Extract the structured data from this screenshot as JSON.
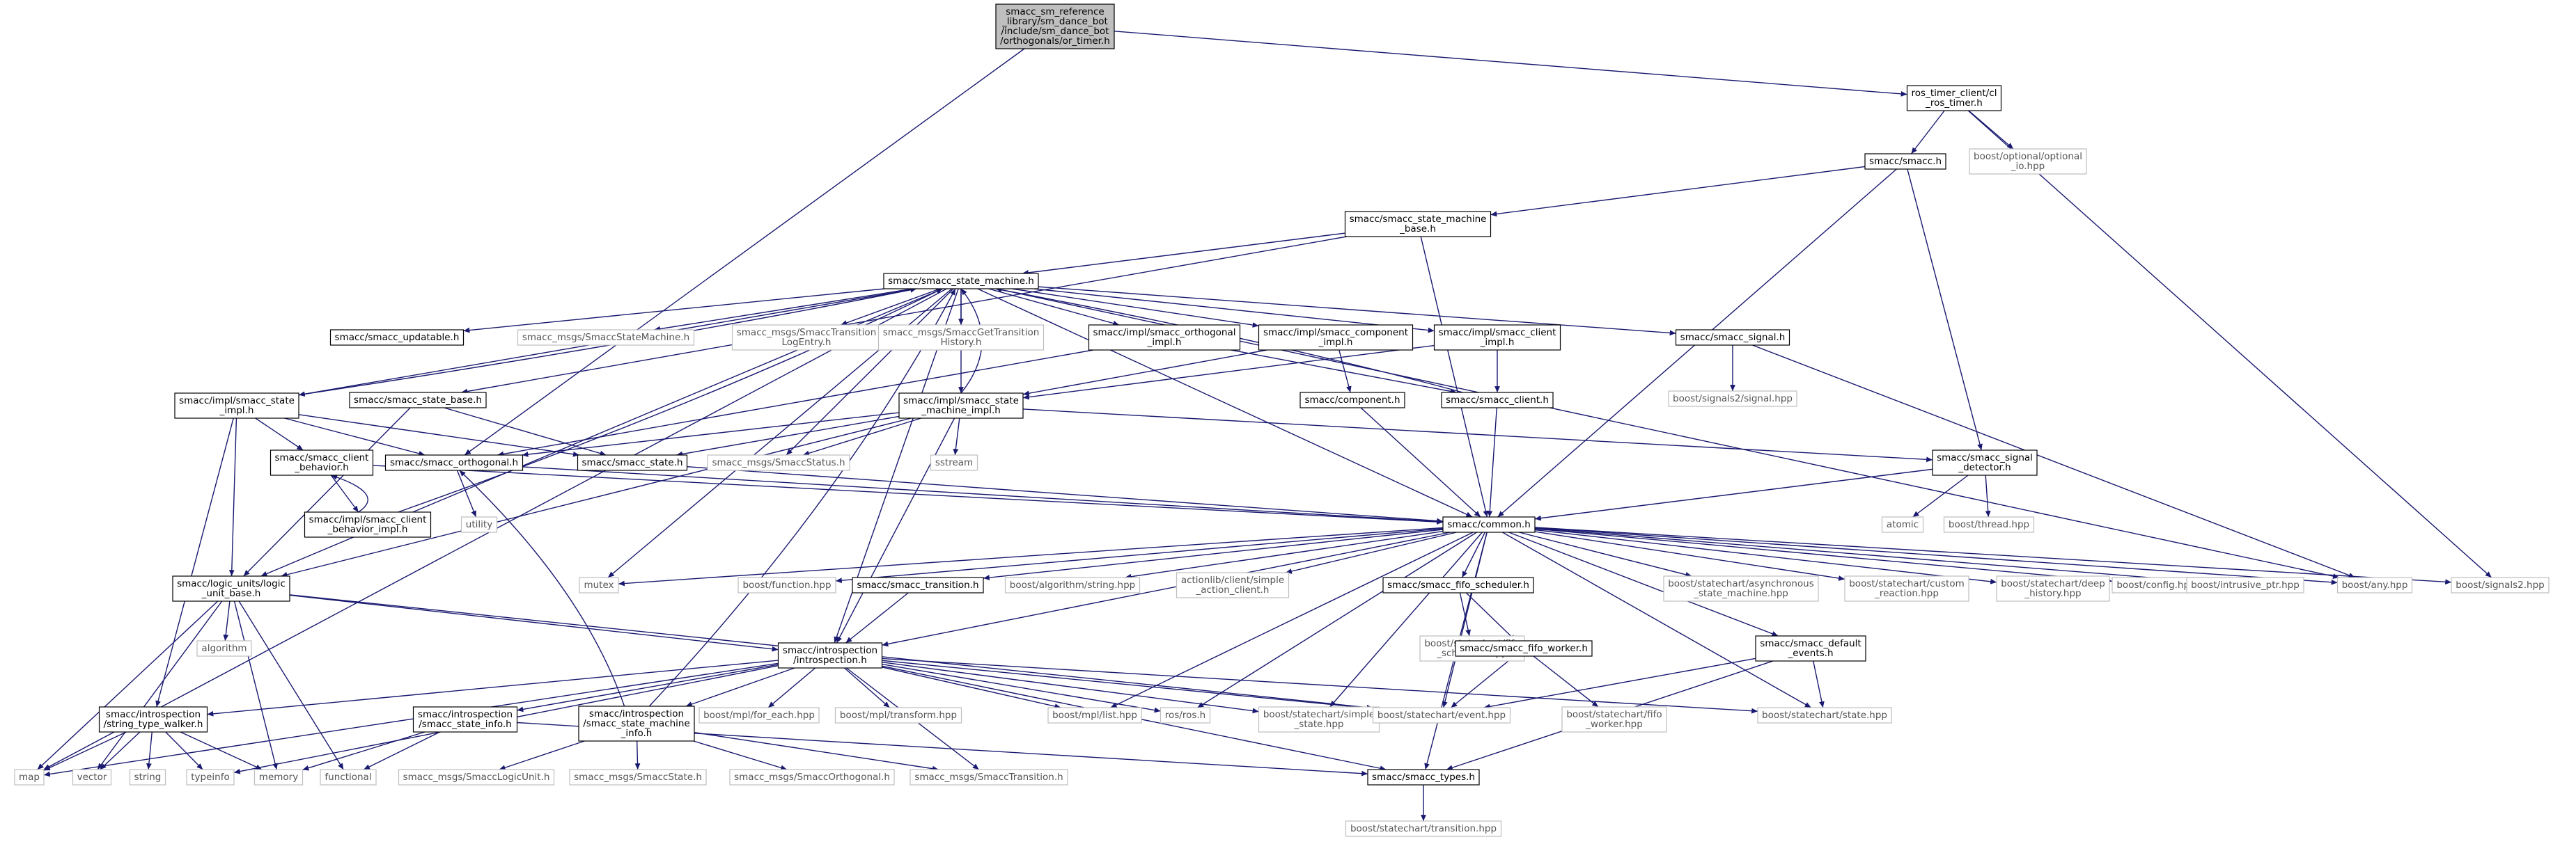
{
  "colors": {
    "edge": "#191970",
    "root_fill": "#bfbfbf",
    "root_border": "#000000",
    "node_border": "#000000",
    "external_border": "#bfbfbf",
    "text": "#000000",
    "external_text": "#555555"
  },
  "nodes": [
    {
      "id": "root",
      "kind": "root",
      "lines": [
        "smacc_sm_reference",
        "_library/sm_dance_bot",
        "/include/sm_dance_bot",
        "/orthogonals/or_timer.h"
      ]
    },
    {
      "id": "cl_ros_timer",
      "kind": "internal",
      "lines": [
        "ros_timer_client/cl",
        "_ros_timer.h"
      ]
    },
    {
      "id": "smacc_h",
      "kind": "internal",
      "lines": [
        "smacc/smacc.h"
      ]
    },
    {
      "id": "optional_io",
      "kind": "external",
      "lines": [
        "boost/optional/optional",
        "_io.hpp"
      ]
    },
    {
      "id": "sm_base",
      "kind": "internal",
      "lines": [
        "smacc/smacc_state_machine",
        "_base.h"
      ]
    },
    {
      "id": "state_machine",
      "kind": "internal",
      "lines": [
        "smacc/smacc_state_machine.h"
      ]
    },
    {
      "id": "updatable",
      "kind": "internal",
      "lines": [
        "smacc/smacc_updatable.h"
      ]
    },
    {
      "id": "msg_sm",
      "kind": "external",
      "lines": [
        "smacc_msgs/SmaccStateMachine.h"
      ]
    },
    {
      "id": "msg_log",
      "kind": "external",
      "lines": [
        "smacc_msgs/SmaccTransition",
        "LogEntry.h"
      ]
    },
    {
      "id": "msg_hist",
      "kind": "external",
      "lines": [
        "smacc_msgs/SmaccGetTransition",
        "History.h"
      ]
    },
    {
      "id": "orth_impl",
      "kind": "internal",
      "lines": [
        "smacc/impl/smacc_orthogonal",
        "_impl.h"
      ]
    },
    {
      "id": "comp_impl",
      "kind": "internal",
      "lines": [
        "smacc/impl/smacc_component",
        "_impl.h"
      ]
    },
    {
      "id": "client_impl",
      "kind": "internal",
      "lines": [
        "smacc/impl/smacc_client",
        "_impl.h"
      ]
    },
    {
      "id": "signal_h",
      "kind": "internal",
      "lines": [
        "smacc/smacc_signal.h"
      ]
    },
    {
      "id": "signal2_signal",
      "kind": "external",
      "lines": [
        "boost/signals2/signal.hpp"
      ]
    },
    {
      "id": "state_impl",
      "kind": "internal",
      "lines": [
        "smacc/impl/smacc_state",
        "_impl.h"
      ]
    },
    {
      "id": "state_base",
      "kind": "internal",
      "lines": [
        "smacc/smacc_state_base.h"
      ]
    },
    {
      "id": "sm_impl",
      "kind": "internal",
      "lines": [
        "smacc/impl/smacc_state",
        "_machine_impl.h"
      ]
    },
    {
      "id": "component_h",
      "kind": "internal",
      "lines": [
        "smacc/component.h"
      ]
    },
    {
      "id": "client_h",
      "kind": "internal",
      "lines": [
        "smacc/smacc_client.h"
      ]
    },
    {
      "id": "signal_detector",
      "kind": "internal",
      "lines": [
        "smacc/smacc_signal",
        "_detector.h"
      ]
    },
    {
      "id": "client_behavior",
      "kind": "internal",
      "lines": [
        "smacc/smacc_client",
        "_behavior.h"
      ]
    },
    {
      "id": "orthogonal_h",
      "kind": "internal",
      "lines": [
        "smacc/smacc_orthogonal.h"
      ]
    },
    {
      "id": "state_h",
      "kind": "internal",
      "lines": [
        "smacc/smacc_state.h"
      ]
    },
    {
      "id": "msg_status",
      "kind": "external",
      "lines": [
        "smacc_msgs/SmaccStatus.h"
      ]
    },
    {
      "id": "sstream",
      "kind": "external",
      "lines": [
        "sstream"
      ]
    },
    {
      "id": "atomic",
      "kind": "external",
      "lines": [
        "atomic"
      ]
    },
    {
      "id": "thread",
      "kind": "external",
      "lines": [
        "boost/thread.hpp"
      ]
    },
    {
      "id": "cb_impl",
      "kind": "internal",
      "lines": [
        "smacc/impl/smacc_client",
        "_behavior_impl.h"
      ]
    },
    {
      "id": "utility",
      "kind": "external",
      "lines": [
        "utility"
      ]
    },
    {
      "id": "common_h",
      "kind": "internal",
      "lines": [
        "smacc/common.h"
      ]
    },
    {
      "id": "logic_unit",
      "kind": "internal",
      "lines": [
        "smacc/logic_units/logic",
        "_unit_base.h"
      ]
    },
    {
      "id": "mutex",
      "kind": "external",
      "lines": [
        "mutex"
      ]
    },
    {
      "id": "function_hpp",
      "kind": "external",
      "lines": [
        "boost/function.hpp"
      ]
    },
    {
      "id": "transition_h",
      "kind": "internal",
      "lines": [
        "smacc/smacc_transition.h"
      ]
    },
    {
      "id": "algo_string",
      "kind": "external",
      "lines": [
        "boost/algorithm/string.hpp"
      ]
    },
    {
      "id": "simple_action",
      "kind": "external",
      "lines": [
        "actionlib/client/simple",
        "_action_client.h"
      ]
    },
    {
      "id": "fifo_scheduler_h",
      "kind": "internal",
      "lines": [
        "smacc/smacc_fifo_scheduler.h"
      ]
    },
    {
      "id": "async_sm",
      "kind": "external",
      "lines": [
        "boost/statechart/asynchronous",
        "_state_machine.hpp"
      ]
    },
    {
      "id": "custom_reaction",
      "kind": "external",
      "lines": [
        "boost/statechart/custom",
        "_reaction.hpp"
      ]
    },
    {
      "id": "deep_history",
      "kind": "external",
      "lines": [
        "boost/statechart/deep",
        "_history.hpp"
      ]
    },
    {
      "id": "config",
      "kind": "external",
      "lines": [
        "boost/config.hpp"
      ]
    },
    {
      "id": "intrusive",
      "kind": "external",
      "lines": [
        "boost/intrusive_ptr.hpp"
      ]
    },
    {
      "id": "any",
      "kind": "external",
      "lines": [
        "boost/any.hpp"
      ]
    },
    {
      "id": "signals2",
      "kind": "external",
      "lines": [
        "boost/signals2.hpp"
      ]
    },
    {
      "id": "algorithm",
      "kind": "external",
      "lines": [
        "algorithm"
      ]
    },
    {
      "id": "introspection",
      "kind": "internal",
      "lines": [
        "smacc/introspection",
        "/introspection.h"
      ]
    },
    {
      "id": "sc_fifo_sched",
      "kind": "external",
      "lines": [
        "boost/statechart/fifo",
        "_scheduler.hpp"
      ]
    },
    {
      "id": "fifo_worker_h",
      "kind": "internal",
      "lines": [
        "smacc/smacc_fifo_worker.h"
      ]
    },
    {
      "id": "default_events",
      "kind": "internal",
      "lines": [
        "smacc/smacc_default",
        "_events.h"
      ]
    },
    {
      "id": "string_walker",
      "kind": "internal",
      "lines": [
        "smacc/introspection",
        "/string_type_walker.h"
      ]
    },
    {
      "id": "state_info",
      "kind": "internal",
      "lines": [
        "smacc/introspection",
        "/smacc_state_info.h"
      ]
    },
    {
      "id": "sm_info",
      "kind": "internal",
      "lines": [
        "smacc/introspection",
        "/smacc_state_machine",
        "_info.h"
      ]
    },
    {
      "id": "mpl_for_each",
      "kind": "external",
      "lines": [
        "boost/mpl/for_each.hpp"
      ]
    },
    {
      "id": "mpl_transform",
      "kind": "external",
      "lines": [
        "boost/mpl/transform.hpp"
      ]
    },
    {
      "id": "mpl_list",
      "kind": "external",
      "lines": [
        "boost/mpl/list.hpp"
      ]
    },
    {
      "id": "ros_h",
      "kind": "external",
      "lines": [
        "ros/ros.h"
      ]
    },
    {
      "id": "simple_state",
      "kind": "external",
      "lines": [
        "boost/statechart/simple",
        "_state.hpp"
      ]
    },
    {
      "id": "event_hpp",
      "kind": "external",
      "lines": [
        "boost/statechart/event.hpp"
      ]
    },
    {
      "id": "sc_fifo_worker",
      "kind": "external",
      "lines": [
        "boost/statechart/fifo",
        "_worker.hpp"
      ]
    },
    {
      "id": "sc_state",
      "kind": "external",
      "lines": [
        "boost/statechart/state.hpp"
      ]
    },
    {
      "id": "map",
      "kind": "external",
      "lines": [
        "map"
      ]
    },
    {
      "id": "vector",
      "kind": "external",
      "lines": [
        "vector"
      ]
    },
    {
      "id": "string",
      "kind": "external",
      "lines": [
        "string"
      ]
    },
    {
      "id": "typeinfo",
      "kind": "external",
      "lines": [
        "typeinfo"
      ]
    },
    {
      "id": "memory",
      "kind": "external",
      "lines": [
        "memory"
      ]
    },
    {
      "id": "functional",
      "kind": "external",
      "lines": [
        "functional"
      ]
    },
    {
      "id": "msg_lu",
      "kind": "external",
      "lines": [
        "smacc_msgs/SmaccLogicUnit.h"
      ]
    },
    {
      "id": "msg_state",
      "kind": "external",
      "lines": [
        "smacc_msgs/SmaccState.h"
      ]
    },
    {
      "id": "msg_orth",
      "kind": "external",
      "lines": [
        "smacc_msgs/SmaccOrthogonal.h"
      ]
    },
    {
      "id": "msg_trans",
      "kind": "external",
      "lines": [
        "smacc_msgs/SmaccTransition.h"
      ]
    },
    {
      "id": "types_h",
      "kind": "internal",
      "lines": [
        "smacc/smacc_types.h"
      ]
    },
    {
      "id": "sc_transition",
      "kind": "external",
      "lines": [
        "boost/statechart/transition.hpp"
      ]
    }
  ],
  "edges": [
    [
      "root",
      "cl_ros_timer"
    ],
    [
      "root",
      "orthogonal_h"
    ],
    [
      "cl_ros_timer",
      "smacc_h"
    ],
    [
      "cl_ros_timer",
      "optional_io"
    ],
    [
      "cl_ros_timer",
      "signals2"
    ],
    [
      "smacc_h",
      "sm_base"
    ],
    [
      "smacc_h",
      "common_h"
    ],
    [
      "smacc_h",
      "signal_detector"
    ],
    [
      "sm_base",
      "state_machine"
    ],
    [
      "sm_base",
      "common_h"
    ],
    [
      "sm_base",
      "state_base"
    ],
    [
      "state_machine",
      "updatable"
    ],
    [
      "state_machine",
      "msg_sm"
    ],
    [
      "state_machine",
      "msg_log"
    ],
    [
      "state_machine",
      "msg_hist"
    ],
    [
      "state_machine",
      "orth_impl"
    ],
    [
      "state_machine",
      "comp_impl"
    ],
    [
      "state_machine",
      "client_impl"
    ],
    [
      "state_machine",
      "signal_h"
    ],
    [
      "state_machine",
      "state_impl"
    ],
    [
      "state_machine",
      "sm_impl"
    ],
    [
      "state_machine",
      "common_h"
    ],
    [
      "state_machine",
      "logic_unit"
    ],
    [
      "state_machine",
      "map"
    ],
    [
      "state_machine",
      "mutex"
    ],
    [
      "state_machine",
      "msg_status"
    ],
    [
      "state_machine",
      "any"
    ],
    [
      "state_machine",
      "introspection"
    ],
    [
      "orth_impl",
      "client_h"
    ],
    [
      "orth_impl",
      "orthogonal_h"
    ],
    [
      "comp_impl",
      "component_h"
    ],
    [
      "comp_impl",
      "sm_impl"
    ],
    [
      "client_impl",
      "client_h"
    ],
    [
      "client_impl",
      "sm_impl"
    ],
    [
      "signal_h",
      "signal2_signal"
    ],
    [
      "signal_h",
      "any"
    ],
    [
      "state_impl",
      "orthogonal_h"
    ],
    [
      "state_impl",
      "client_behavior"
    ],
    [
      "state_impl",
      "logic_unit"
    ],
    [
      "state_impl",
      "string_walker"
    ],
    [
      "state_impl",
      "state_h"
    ],
    [
      "state_impl",
      "state_machine"
    ],
    [
      "state_base",
      "state_h"
    ],
    [
      "state_base",
      "logic_unit"
    ],
    [
      "sm_impl",
      "orthogonal_h"
    ],
    [
      "sm_impl",
      "state_h"
    ],
    [
      "sm_impl",
      "msg_status"
    ],
    [
      "sm_impl",
      "sstream"
    ],
    [
      "sm_impl",
      "signal_detector"
    ],
    [
      "sm_impl",
      "introspection"
    ],
    [
      "sm_impl",
      "logic_unit"
    ],
    [
      "sm_impl",
      "state_machine"
    ],
    [
      "component_h",
      "common_h"
    ],
    [
      "client_h",
      "common_h"
    ],
    [
      "client_h",
      "state_machine"
    ],
    [
      "signal_detector",
      "atomic"
    ],
    [
      "signal_detector",
      "thread"
    ],
    [
      "signal_detector",
      "common_h"
    ],
    [
      "client_behavior",
      "cb_impl"
    ],
    [
      "client_behavior",
      "common_h"
    ],
    [
      "cb_impl",
      "client_behavior"
    ],
    [
      "cb_impl",
      "state_machine"
    ],
    [
      "orthogonal_h",
      "utility"
    ],
    [
      "orthogonal_h",
      "common_h"
    ],
    [
      "state_h",
      "common_h"
    ],
    [
      "common_h",
      "mutex"
    ],
    [
      "common_h",
      "function_hpp"
    ],
    [
      "common_h",
      "transition_h"
    ],
    [
      "common_h",
      "algo_string"
    ],
    [
      "common_h",
      "simple_action"
    ],
    [
      "common_h",
      "fifo_scheduler_h"
    ],
    [
      "common_h",
      "async_sm"
    ],
    [
      "common_h",
      "custom_reaction"
    ],
    [
      "common_h",
      "deep_history"
    ],
    [
      "common_h",
      "config"
    ],
    [
      "common_h",
      "intrusive"
    ],
    [
      "common_h",
      "any"
    ],
    [
      "common_h",
      "signals2"
    ],
    [
      "common_h",
      "introspection"
    ],
    [
      "common_h",
      "default_events"
    ],
    [
      "common_h",
      "types_h"
    ],
    [
      "common_h",
      "event_hpp"
    ],
    [
      "common_h",
      "mpl_list"
    ],
    [
      "common_h",
      "ros_h"
    ],
    [
      "common_h",
      "simple_state"
    ],
    [
      "common_h",
      "sc_state"
    ],
    [
      "logic_unit",
      "algorithm"
    ],
    [
      "logic_unit",
      "map"
    ],
    [
      "logic_unit",
      "vector"
    ],
    [
      "logic_unit",
      "memory"
    ],
    [
      "logic_unit",
      "functional"
    ],
    [
      "logic_unit",
      "introspection"
    ],
    [
      "logic_unit",
      "event_hpp"
    ],
    [
      "transition_h",
      "introspection"
    ],
    [
      "fifo_scheduler_h",
      "sc_fifo_sched"
    ],
    [
      "fifo_scheduler_h",
      "fifo_worker_h"
    ],
    [
      "fifo_worker_h",
      "sc_fifo_worker"
    ],
    [
      "fifo_worker_h",
      "event_hpp"
    ],
    [
      "default_events",
      "event_hpp"
    ],
    [
      "default_events",
      "sc_state"
    ],
    [
      "default_events",
      "types_h"
    ],
    [
      "introspection",
      "string_walker"
    ],
    [
      "introspection",
      "state_info"
    ],
    [
      "introspection",
      "sm_info"
    ],
    [
      "introspection",
      "mpl_for_each"
    ],
    [
      "introspection",
      "mpl_transform"
    ],
    [
      "introspection",
      "mpl_list"
    ],
    [
      "introspection",
      "ros_h"
    ],
    [
      "introspection",
      "simple_state"
    ],
    [
      "introspection",
      "event_hpp"
    ],
    [
      "introspection",
      "sc_state"
    ],
    [
      "introspection",
      "types_h"
    ],
    [
      "introspection",
      "typeinfo"
    ],
    [
      "introspection",
      "map"
    ],
    [
      "introspection",
      "msg_trans"
    ],
    [
      "string_walker",
      "map"
    ],
    [
      "string_walker",
      "vector"
    ],
    [
      "string_walker",
      "string"
    ],
    [
      "string_walker",
      "typeinfo"
    ],
    [
      "string_walker",
      "memory"
    ],
    [
      "state_info",
      "memory"
    ],
    [
      "state_info",
      "functional"
    ],
    [
      "state_info",
      "types_h"
    ],
    [
      "sm_info",
      "msg_lu"
    ],
    [
      "sm_info",
      "msg_state"
    ],
    [
      "sm_info",
      "msg_orth"
    ],
    [
      "sm_info",
      "msg_trans"
    ],
    [
      "sm_info",
      "orthogonal_h"
    ],
    [
      "sm_info",
      "state_machine"
    ],
    [
      "types_h",
      "sc_transition"
    ]
  ]
}
